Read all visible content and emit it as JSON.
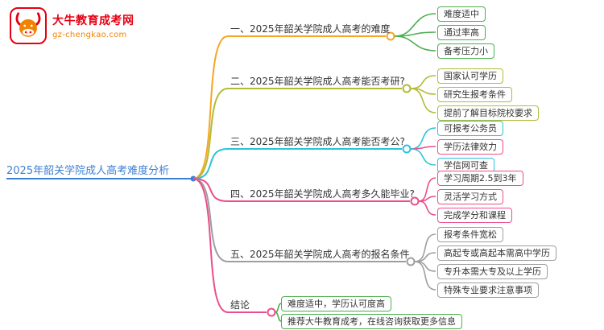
{
  "logo": {
    "name": "大牛教育成考网",
    "domain": "gz-chengkao.com"
  },
  "root": {
    "label": "2025年韶关学院成人高考难度分析"
  },
  "colors": {
    "root_blue": "#3e7fd4",
    "orange": "#f5a623",
    "olive": "#b3bb35",
    "cyan": "#2bc3d8",
    "pink": "#ec4d8b",
    "gray": "#9e9e9e",
    "green": "#4caf50",
    "logo_red": "#e60012",
    "logo_orange": "#f08300",
    "text": "#333333"
  },
  "branches": [
    {
      "label": "一、2025年韶关学院成人高考的难度",
      "leaves": [
        {
          "label": "难度适中"
        },
        {
          "label": "通过率高"
        },
        {
          "label": "备考压力小"
        }
      ]
    },
    {
      "label": "二、2025年韶关学院成人高考能否考研?",
      "leaves": [
        {
          "label": "国家认可学历"
        },
        {
          "label": "研究生报考条件"
        },
        {
          "label": "提前了解目标院校要求"
        }
      ]
    },
    {
      "label": "三、2025年韶关学院成人高考能否考公?",
      "leaves": [
        {
          "label": "可报考公务员"
        },
        {
          "label": "学历法律效力"
        },
        {
          "label": "学信网可查"
        }
      ]
    },
    {
      "label": "四、2025年韶关学院成人高考多久能毕业?",
      "leaves": [
        {
          "label": "学习周期2.5到3年"
        },
        {
          "label": "灵活学习方式"
        },
        {
          "label": "完成学分和课程"
        }
      ]
    },
    {
      "label": "五、2025年韶关学院成人高考的报名条件",
      "leaves": [
        {
          "label": "报考条件宽松"
        },
        {
          "label": "高起专或高起本需高中学历"
        },
        {
          "label": "专升本需大专及以上学历"
        },
        {
          "label": "特殊专业要求注意事项"
        }
      ]
    },
    {
      "label": "结论",
      "leaves": [
        {
          "label": "难度适中，学历认可度高"
        },
        {
          "label": "推荐大牛教育成考，在线咨询获取更多信息"
        }
      ]
    }
  ]
}
